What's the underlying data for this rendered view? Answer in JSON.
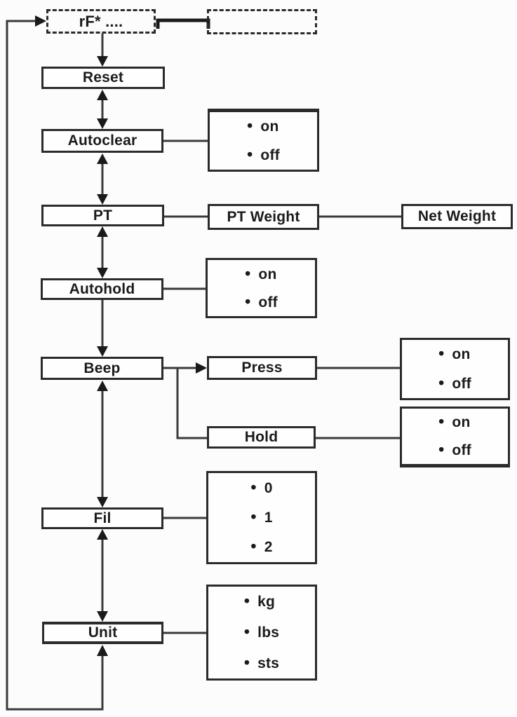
{
  "page": {
    "background_color": "#fcfcfc",
    "line_color": "#3a3a3a",
    "arrow_color": "#1a1a1a",
    "box_border_color": "#2b2b2b",
    "text_color": "#1b1b1b"
  },
  "flowchart": {
    "bullet": "•",
    "nodes": {
      "start": "rF* ....",
      "reset": "Reset",
      "autoclear": "Autoclear",
      "pt": "PT",
      "pt_weight": "PT Weight",
      "net_weight": "Net Weight",
      "autohold": "Autohold",
      "beep": "Beep",
      "press": "Press",
      "hold": "Hold",
      "fil": "Fil",
      "unit": "Unit"
    },
    "options": {
      "autoclear": [
        "on",
        "off"
      ],
      "autohold": [
        "on",
        "off"
      ],
      "press": [
        "on",
        "off"
      ],
      "hold": [
        "on",
        "off"
      ],
      "fil": [
        "0",
        "1",
        "2"
      ],
      "unit": [
        "kg",
        "lbs",
        "sts"
      ]
    }
  }
}
